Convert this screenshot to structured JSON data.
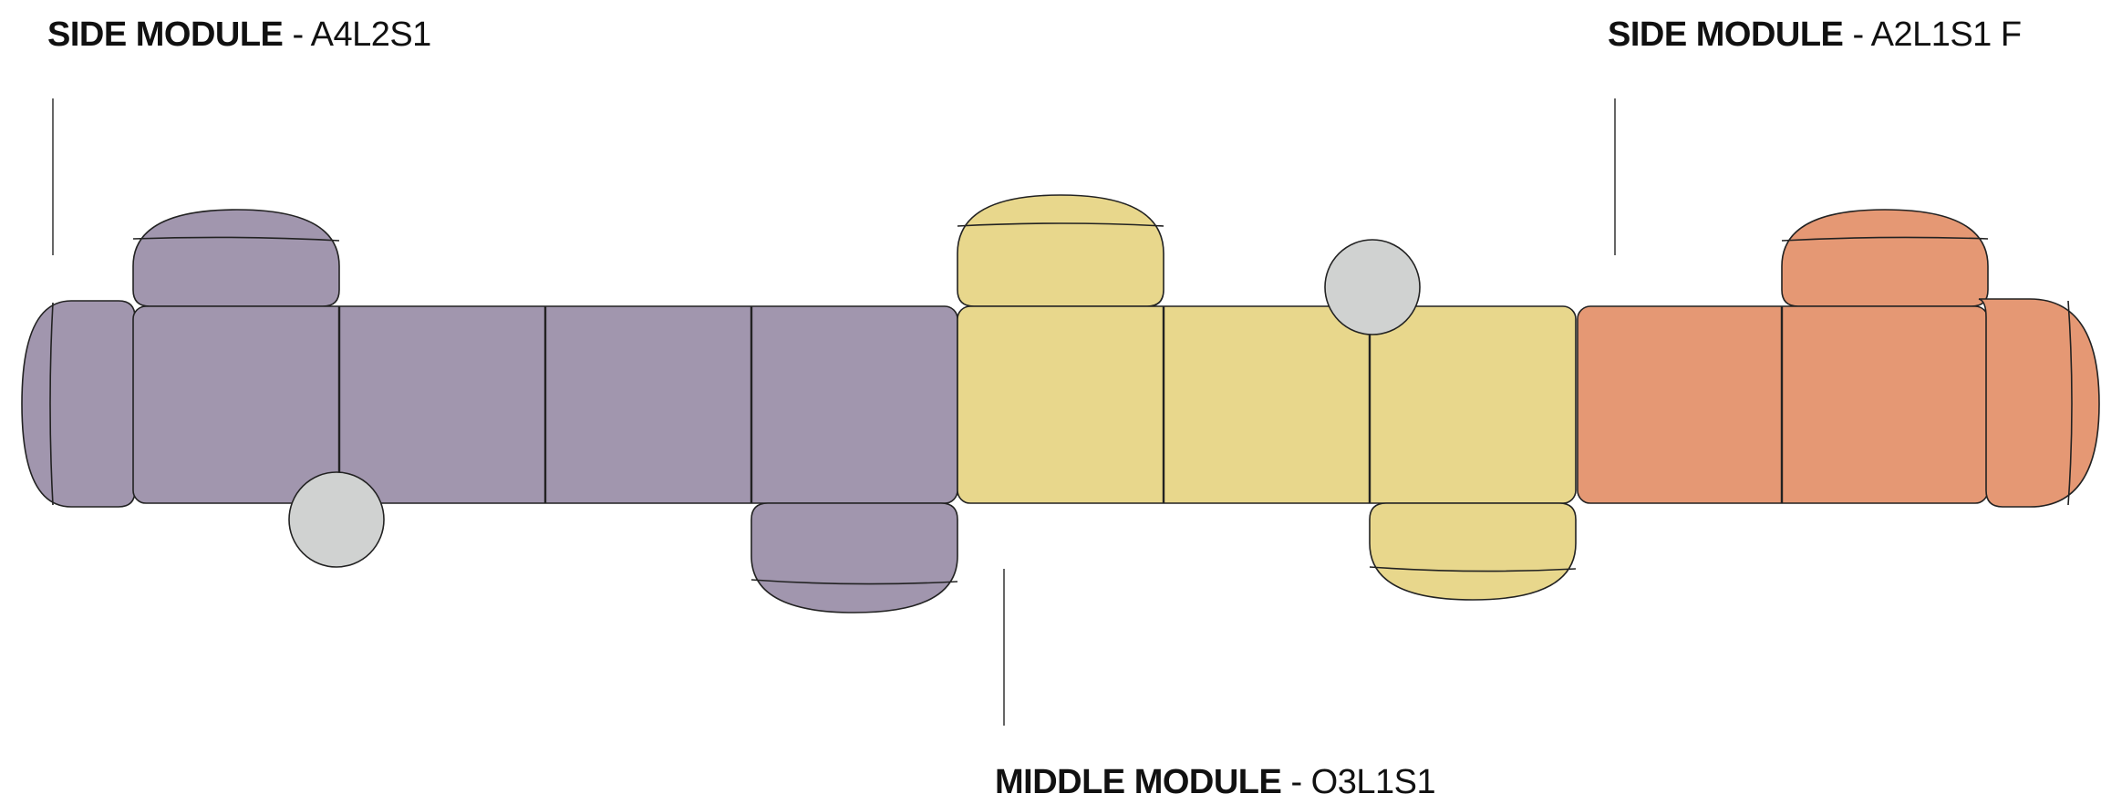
{
  "labels": {
    "left": {
      "bold": "SIDE MODULE",
      "sep": "-",
      "code": "A4L2S1"
    },
    "right": {
      "bold": "SIDE MODULE",
      "sep": "-",
      "code": "A2L1S1 F"
    },
    "middle": {
      "bold": "MIDDLE MODULE",
      "sep": "-",
      "code": "O3L1S1"
    }
  },
  "colors": {
    "side_left": "#a196ae",
    "middle": "#e8d78c",
    "side_right": "#e59874",
    "table": "#d0d2d1",
    "outline": "#222222",
    "leader": "#333333"
  }
}
